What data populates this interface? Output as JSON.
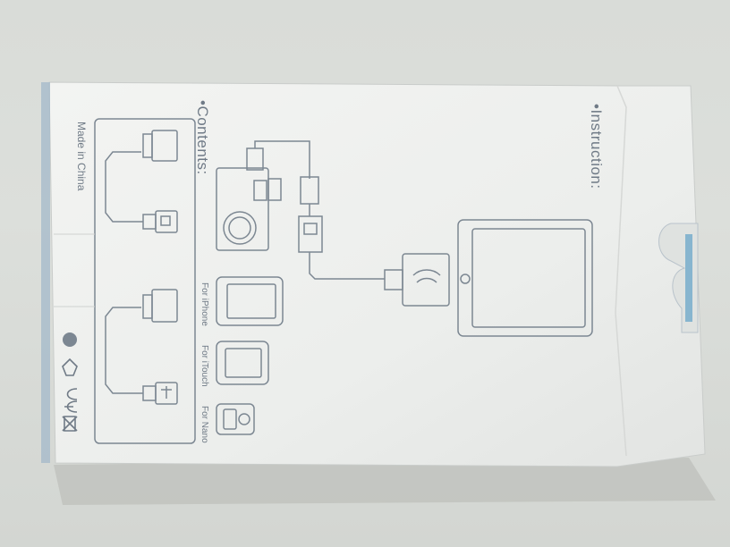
{
  "labels": {
    "contents": "•Contents:",
    "instruction": "•Instruction:",
    "made_in_china": "Made in China",
    "for_iphone": "For iPhone",
    "for_itouch": "For iTouch",
    "for_nano": "For Nano"
  },
  "colors": {
    "background": "#d9dcd8",
    "box": "#f1f2f0",
    "line_art": "#7c8792",
    "text": "#6f7a86"
  }
}
